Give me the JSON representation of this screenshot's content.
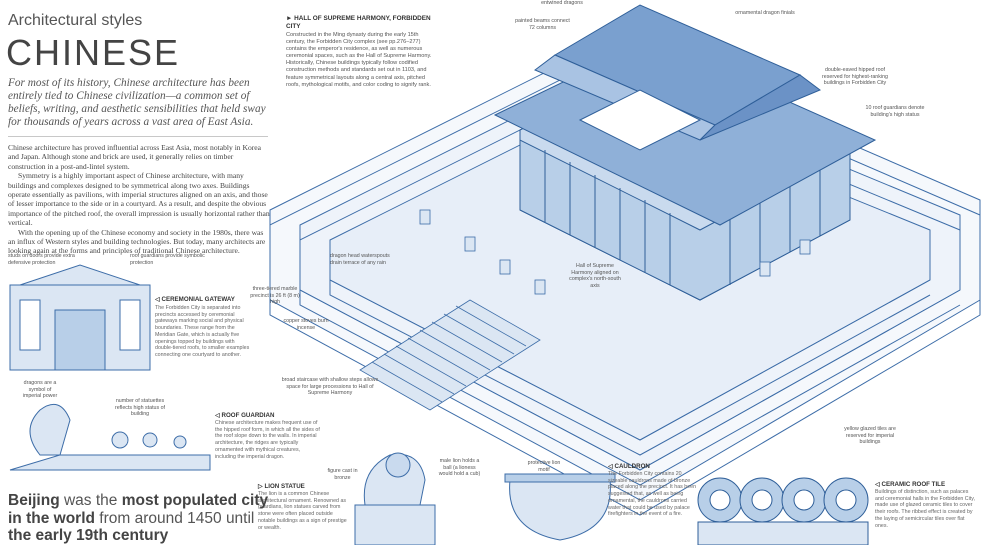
{
  "header": {
    "kicker": "Architectural styles",
    "title": "CHINESE",
    "intro": "For most of its history, Chinese architecture has been entirely tied to Chinese civilization—a common set of beliefs, writing, and aesthetic sensibilities that held sway for thousands of years across a vast area of East Asia."
  },
  "body": [
    "Chinese architecture has proved influential across East Asia, most notably in Korea and Japan. Although stone and brick are used, it generally relies on timber construction in a post-and-lintel system.",
    "Symmetry is a highly important aspect of Chinese architecture, with many buildings and complexes designed to be symmetrical along two axes. Buildings operate essentially as pavilions, with imperial structures aligned on an axis, and those of lesser importance to the side or in a courtyard. As a result, and despite the obvious importance of the pitched roof, the overall impression is usually horizontal rather than vertical.",
    "With the opening up of the Chinese economy and society in the 1980s, there was an influx of Western styles and building technologies. But today, many architects are looking again at the forms and principles of traditional Chinese architecture."
  ],
  "hall": {
    "heading": "► HALL OF SUPREME HARMONY, FORBIDDEN CITY",
    "text": "Constructed in the Ming dynasty during the early 15th century, the Forbidden City complex (see pp.276–277) contains the emperor's residence, as well as numerous ceremonial spaces, such as the Hall of Supreme Harmony. Historically, Chinese buildings typically follow codified construction methods and standards set out in 1103, and feature symmetrical layouts along a central axis, pitched roofs, mythological motifs, and color coding to signify rank."
  },
  "callouts": {
    "dragons": "entwined dragons",
    "beams": "painted beams connect 72 columns",
    "finials": "ornamental dragon finials",
    "double_roof": "double-eaved hipped roof reserved for highest-ranking buildings in Forbidden City",
    "guardians": "10 roof guardians denote building's high status",
    "hall_axis": "Hall of Supreme Harmony aligned on complex's north-south axis",
    "dragon_head": "dragon head waterspouts drain terrace of any rain",
    "marble": "three-tiered marble precinct is 26 ft (8 m) high",
    "copper": "copper stoves burn incense",
    "staircase": "broad staircase with shallow steps allows space for large processions to Hall of Supreme Harmony",
    "yellow_tiles": "yellow glazed tiles are reserved for imperial buildings",
    "studs": "studs on doors provide extra defensive protection",
    "gate_guardians": "roof guardians provide symbolic protection",
    "imperial_dragons": "dragons are a symbol of imperial power",
    "statuettes": "number of statuettes reflects high status of building",
    "figure_cast": "figure cast in bronze",
    "male_lion": "male lion holds a ball (a lioness would hold a cub)",
    "protective": "protective lion motif"
  },
  "sections": {
    "gateway_head": "◁ CEREMONIAL GATEWAY",
    "gateway_text": "The Forbidden City is separated into precincts accessed by ceremonial gateways marking social and physical boundaries. These range from the Meridian Gate, which is actually five openings topped by buildings with double-tiered roofs, to smaller examples connecting one courtyard to another.",
    "roof_head": "◁ ROOF GUARDIAN",
    "roof_text": "Chinese architecture makes frequent use of the hipped roof form, in which all the sides of the roof slope down to the walls. In imperial architecture, the ridges are typically ornamented with mythical creatures, including the imperial dragon.",
    "lion_head": "▷ LION STATUE",
    "lion_text": "The lion is a common Chinese architectural ornament. Renowned as guardians, lion statues carved from stone were often placed outside notable buildings as a sign of prestige or wealth.",
    "cauldron_head": "◁ CAULDRON",
    "cauldron_text": "The Forbidden City contains 20 sizeable cauldrons made of bronze placed along the precinct. It has been suggested that, as well as being ornamental, the cauldrons carried water that could be used by palace firefighters in the event of a fire.",
    "tile_head": "◁ CERAMIC ROOF TILE",
    "tile_text": "Buildings of distinction, such as palaces and ceremonial halls in the Forbidden City, made use of glazed ceramic tiles to cover their roofs. The ribbed effect is created by the laying of semicircular tiles over flat ones."
  },
  "beijing": {
    "w1": "Beijing",
    "t1": " was the ",
    "w2": "most populated city in the world",
    "t2": " from around 1450 until ",
    "w3": "the early 19th century"
  },
  "colors": {
    "line": "#3d6da8",
    "fill": "#dbe6f3",
    "dark": "#2f5f99"
  }
}
